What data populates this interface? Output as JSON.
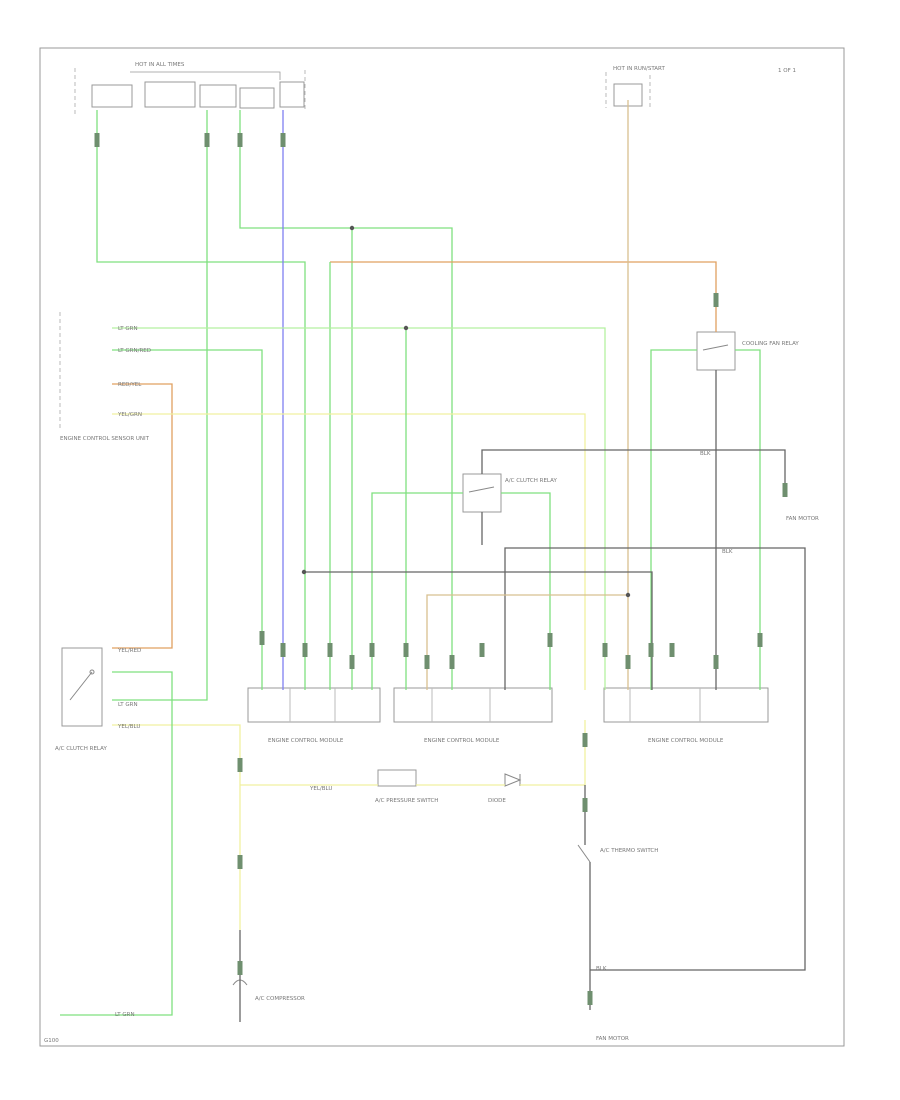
{
  "diagram": {
    "top_left_label": "HOT IN ALL TIMES",
    "top_right_label": "HOT IN RUN/START",
    "corner_label": "1 OF 1",
    "bottom_left_code": "G100",
    "components": {
      "engine_sensor": "ENGINE CONTROL SENSOR UNIT",
      "switch_left": "A/C CLUTCH RELAY",
      "relay_upper_right": "COOLING FAN RELAY",
      "relay_middle": "A/C CLUTCH RELAY",
      "module_left": "ENGINE CONTROL MODULE",
      "module_middle": "ENGINE CONTROL MODULE",
      "module_right": "ENGINE CONTROL MODULE",
      "pressure_switch": "A/C PRESSURE SWITCH",
      "diode": "DIODE",
      "thermo_switch": "A/C THERMO SWITCH",
      "compressor": "A/C COMPRESSOR",
      "fan_motor_upper": "FAN MOTOR",
      "fan_motor_lower": "FAN MOTOR"
    },
    "wire_labels": [
      "LT GRN",
      "LT GRN/RED",
      "RED/YEL",
      "YEL/GRN",
      "YEL/BLU",
      "LT GRN",
      "BLK",
      "BLK",
      "BLK",
      "YEL/BLU",
      "YEL/RED",
      "LT GRN"
    ],
    "colors": {
      "green": "#7fe07f",
      "light_green": "#b5f0a0",
      "blue": "#7f7ff0",
      "orange": "#e0a060",
      "tan": "#d8c090",
      "yellow": "#f0f0a0",
      "dark": "#666666"
    }
  }
}
